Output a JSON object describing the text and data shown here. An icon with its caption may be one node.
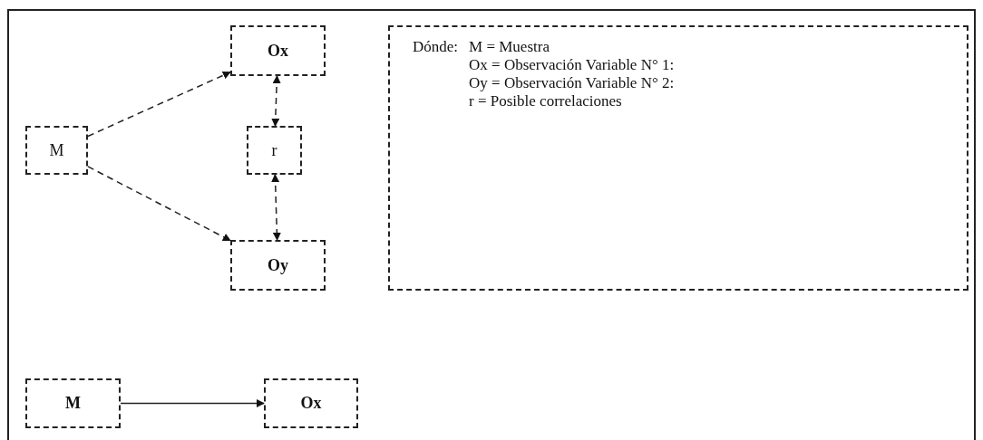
{
  "diagram": {
    "nodes": [
      {
        "text": [
          "M"
        ]
      },
      {
        "text": [
          "Ox"
        ]
      },
      {
        "text": [
          "r"
        ]
      },
      {
        "text": [
          "Oy"
        ]
      },
      {
        "text": [
          "Dónde:",
          "M = Muestra",
          "Ox = Observación Variable N° 1:",
          "Oy = Observación Variable N° 2:",
          "r = Posible correlaciones"
        ]
      },
      {
        "text": [
          "M"
        ]
      },
      {
        "text": [
          "Ox"
        ]
      }
    ],
    "edges": [
      {
        "from": 0,
        "to": 1,
        "arrow": "to",
        "style": "dashed"
      },
      {
        "from": 0,
        "to": 3,
        "arrow": "to",
        "style": "dashed"
      },
      {
        "from": 2,
        "to": 1,
        "arrow": "both",
        "style": "dashed"
      },
      {
        "from": 2,
        "to": 3,
        "arrow": "both",
        "style": "dashed"
      },
      {
        "from": 5,
        "to": 6,
        "arrow": "to"
      }
    ]
  }
}
